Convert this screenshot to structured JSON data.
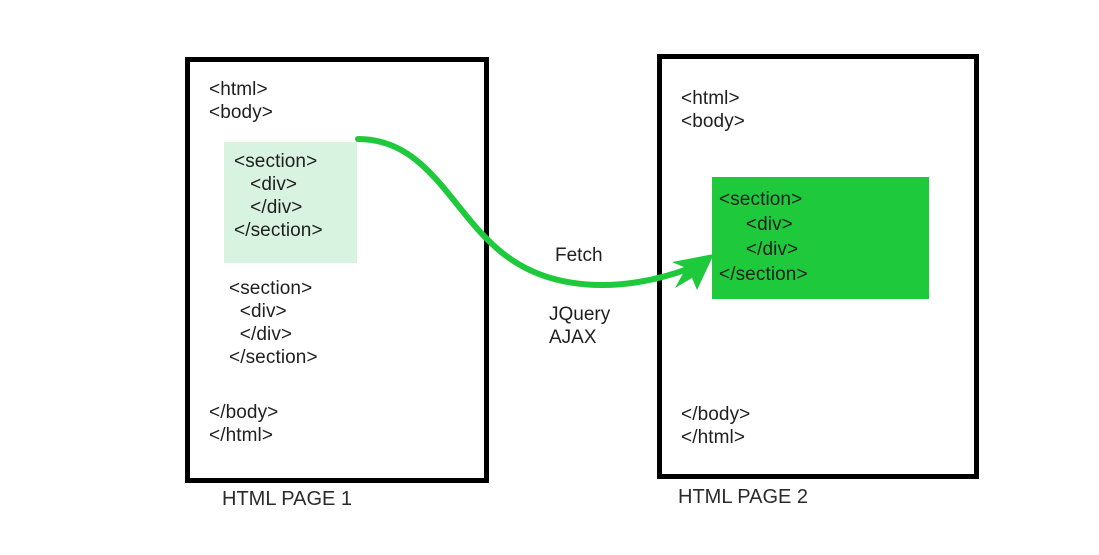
{
  "diagram": {
    "title_hidden": "",
    "colors": {
      "arrow_green": "#1ec93c",
      "block_green": "#1ec93c",
      "highlight_green": "#d8f3e0",
      "box_border": "#000000",
      "text": "#1f1f1f",
      "background": "#ffffff"
    }
  },
  "page1": {
    "caption": "HTML PAGE 1",
    "lines_top": [
      "<html>",
      "<body>"
    ],
    "highlighted_fragment": [
      "<section>",
      "   <div>",
      "   </div>",
      "</section>"
    ],
    "lines_middle": [
      "<section>",
      "  <div>",
      "  </div>",
      "</section>"
    ],
    "lines_bottom": [
      "</body>",
      "</html>"
    ]
  },
  "page2": {
    "caption": "HTML PAGE 2",
    "lines_top": [
      "<html>",
      "<body>"
    ],
    "fetched_fragment": [
      "<section>",
      "     <div>",
      "     </div>",
      "</section>"
    ],
    "lines_bottom": [
      "</body>",
      "</html>"
    ]
  },
  "arrow": {
    "label_primary": "Fetch",
    "label_secondary_line1": "JQuery",
    "label_secondary_line2": "AJAX",
    "direction": "page1-to-page2"
  }
}
